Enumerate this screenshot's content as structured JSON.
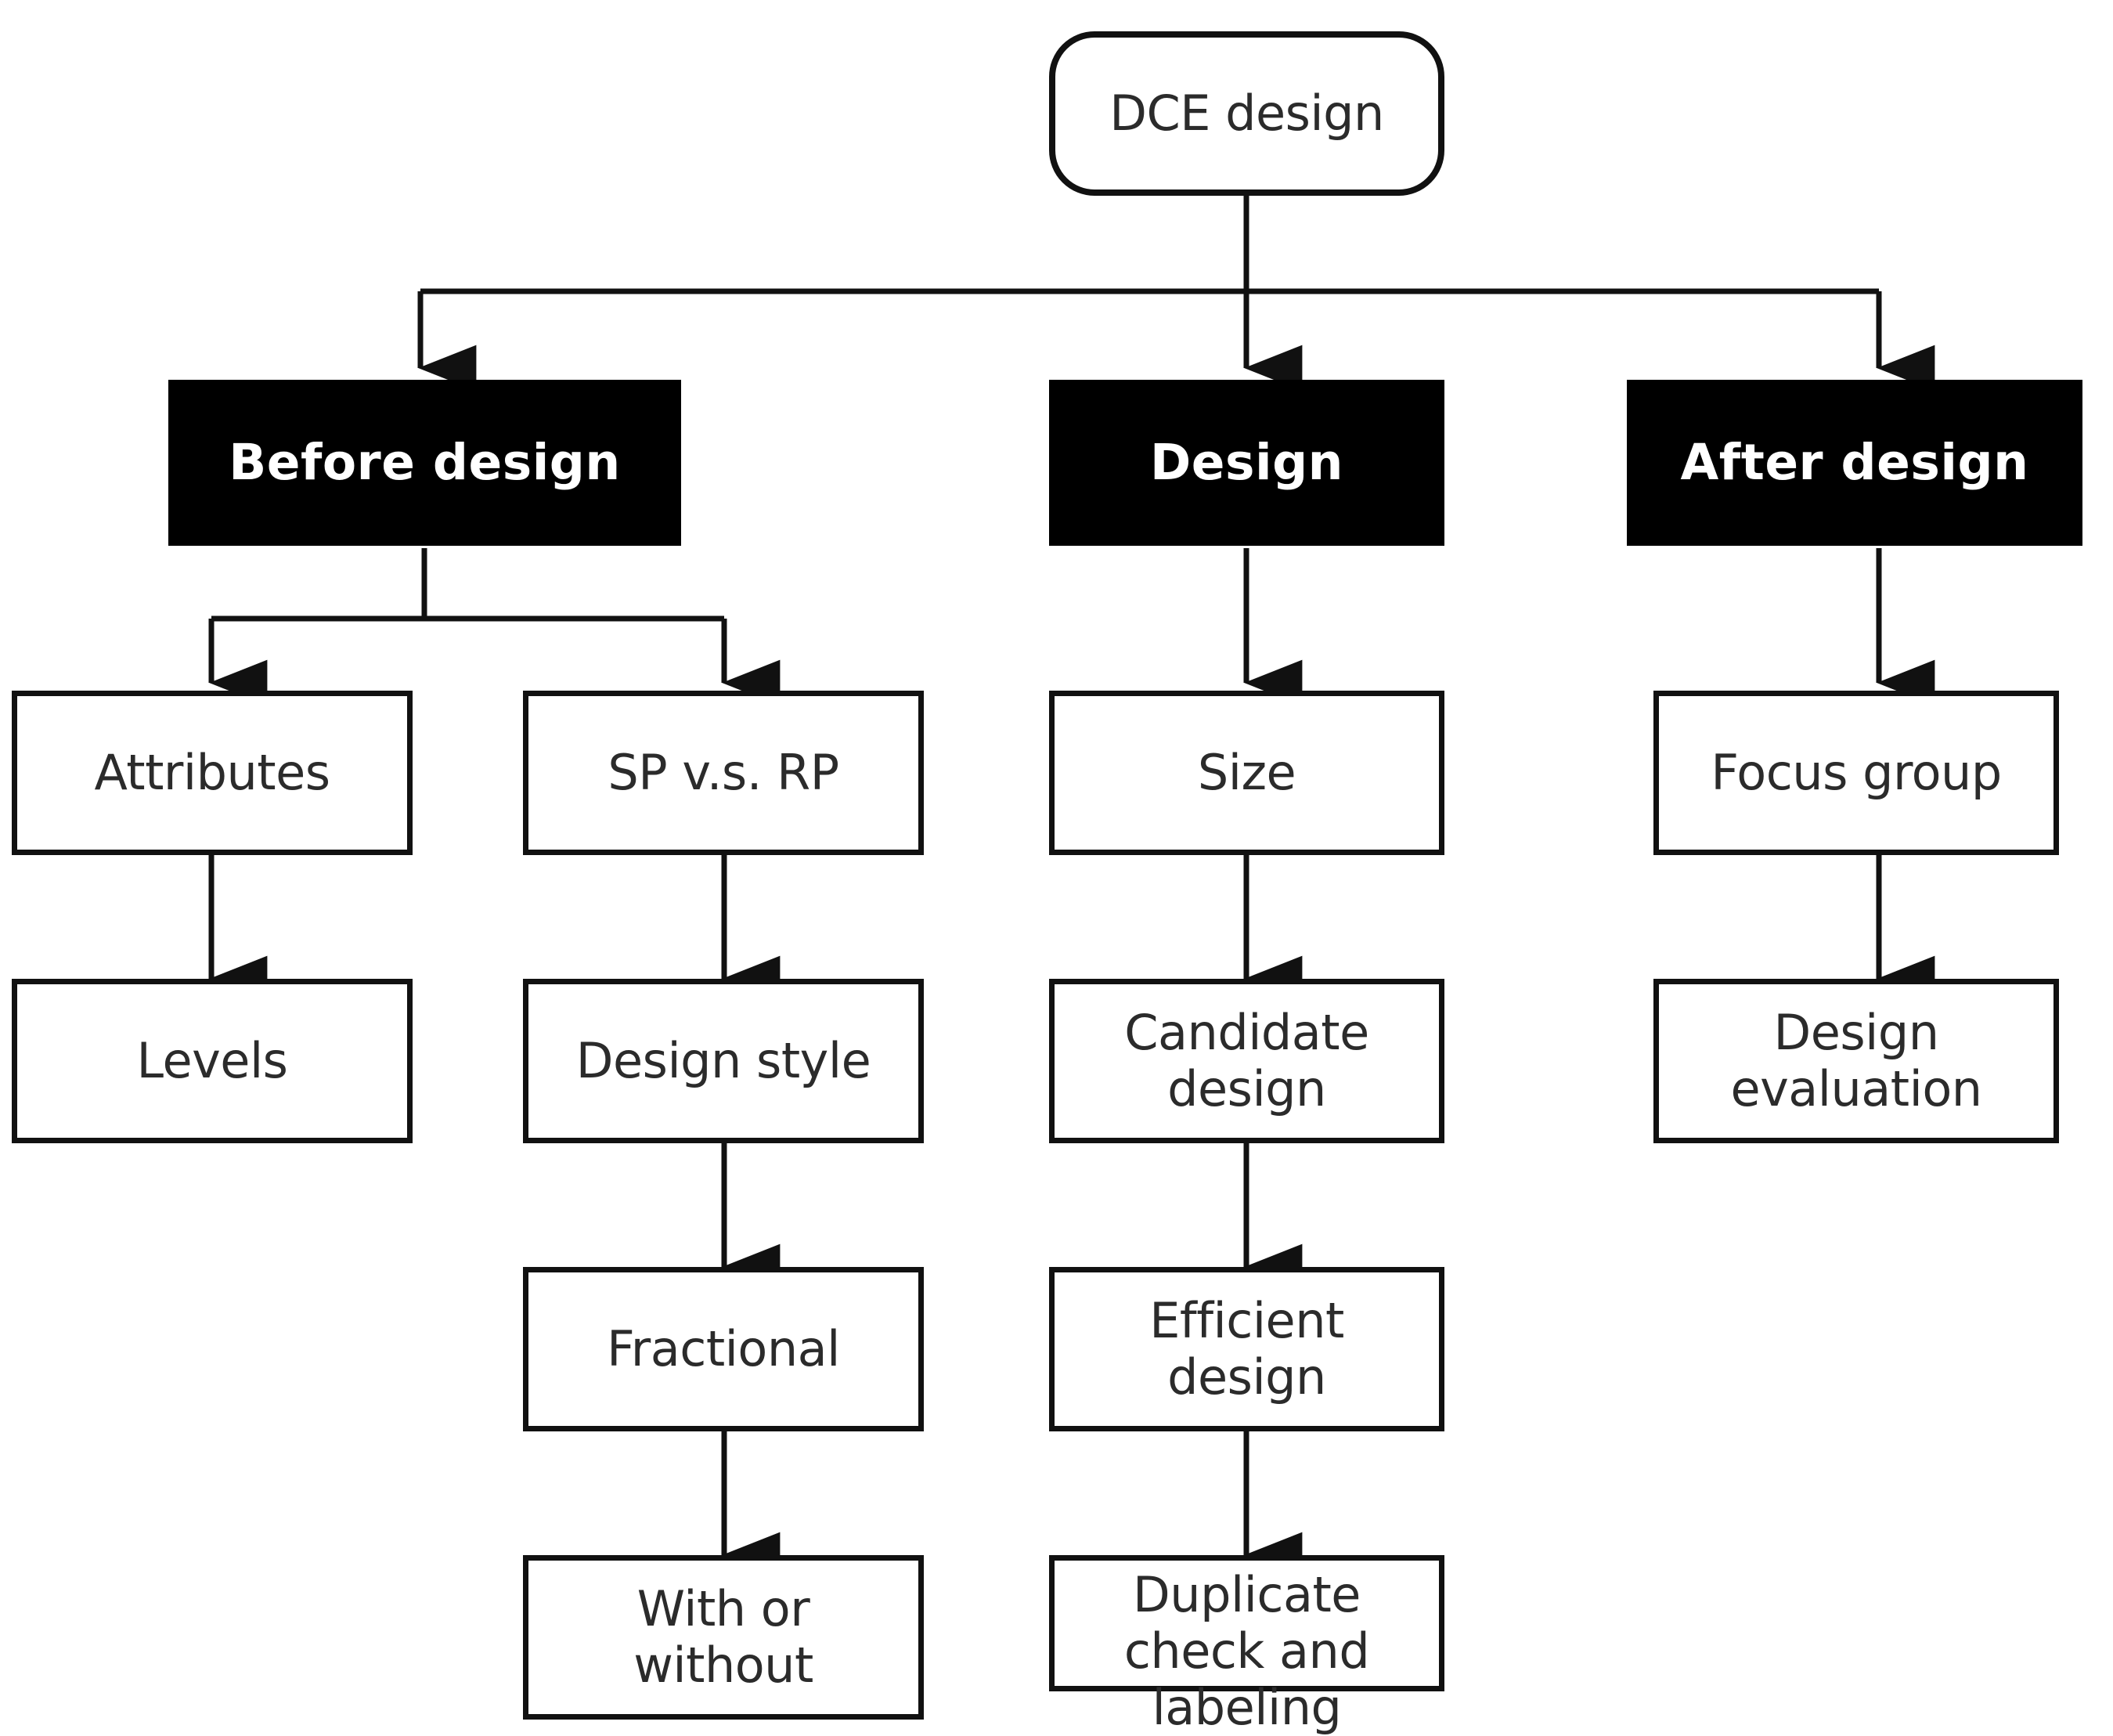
{
  "diagram": {
    "title": "DCE design flowchart",
    "colors": {
      "banner_background": "#000000",
      "banner_text": "#ffffff",
      "box_border": "#111111",
      "box_background": "#ffffff",
      "box_text": "#2b2b2b",
      "connector": "#111111"
    },
    "root": {
      "label": "DCE design",
      "shape": "rounded-rectangle"
    },
    "branches": [
      {
        "id": "before-design",
        "banner": "Before design",
        "shape": "rectangle-filled",
        "chains": [
          {
            "id": "attributes-chain",
            "steps": [
              {
                "label": "Attributes"
              },
              {
                "label": "Levels"
              }
            ]
          },
          {
            "id": "sp-rp-chain",
            "steps": [
              {
                "label": "SP v.s. RP"
              },
              {
                "label": "Design style"
              },
              {
                "label": "Fractional"
              },
              {
                "label": "With or\nwithout"
              }
            ]
          }
        ]
      },
      {
        "id": "design",
        "banner": "Design",
        "shape": "rectangle-filled",
        "chains": [
          {
            "id": "design-chain",
            "steps": [
              {
                "label": "Size"
              },
              {
                "label": "Candidate\ndesign"
              },
              {
                "label": "Efficient\ndesign"
              },
              {
                "label": "Duplicate\ncheck and\nlabeling"
              }
            ]
          }
        ]
      },
      {
        "id": "after-design",
        "banner": "After design",
        "shape": "rectangle-filled",
        "chains": [
          {
            "id": "after-chain",
            "steps": [
              {
                "label": "Focus group"
              },
              {
                "label": "Design\nevaluation"
              }
            ]
          }
        ]
      }
    ]
  }
}
